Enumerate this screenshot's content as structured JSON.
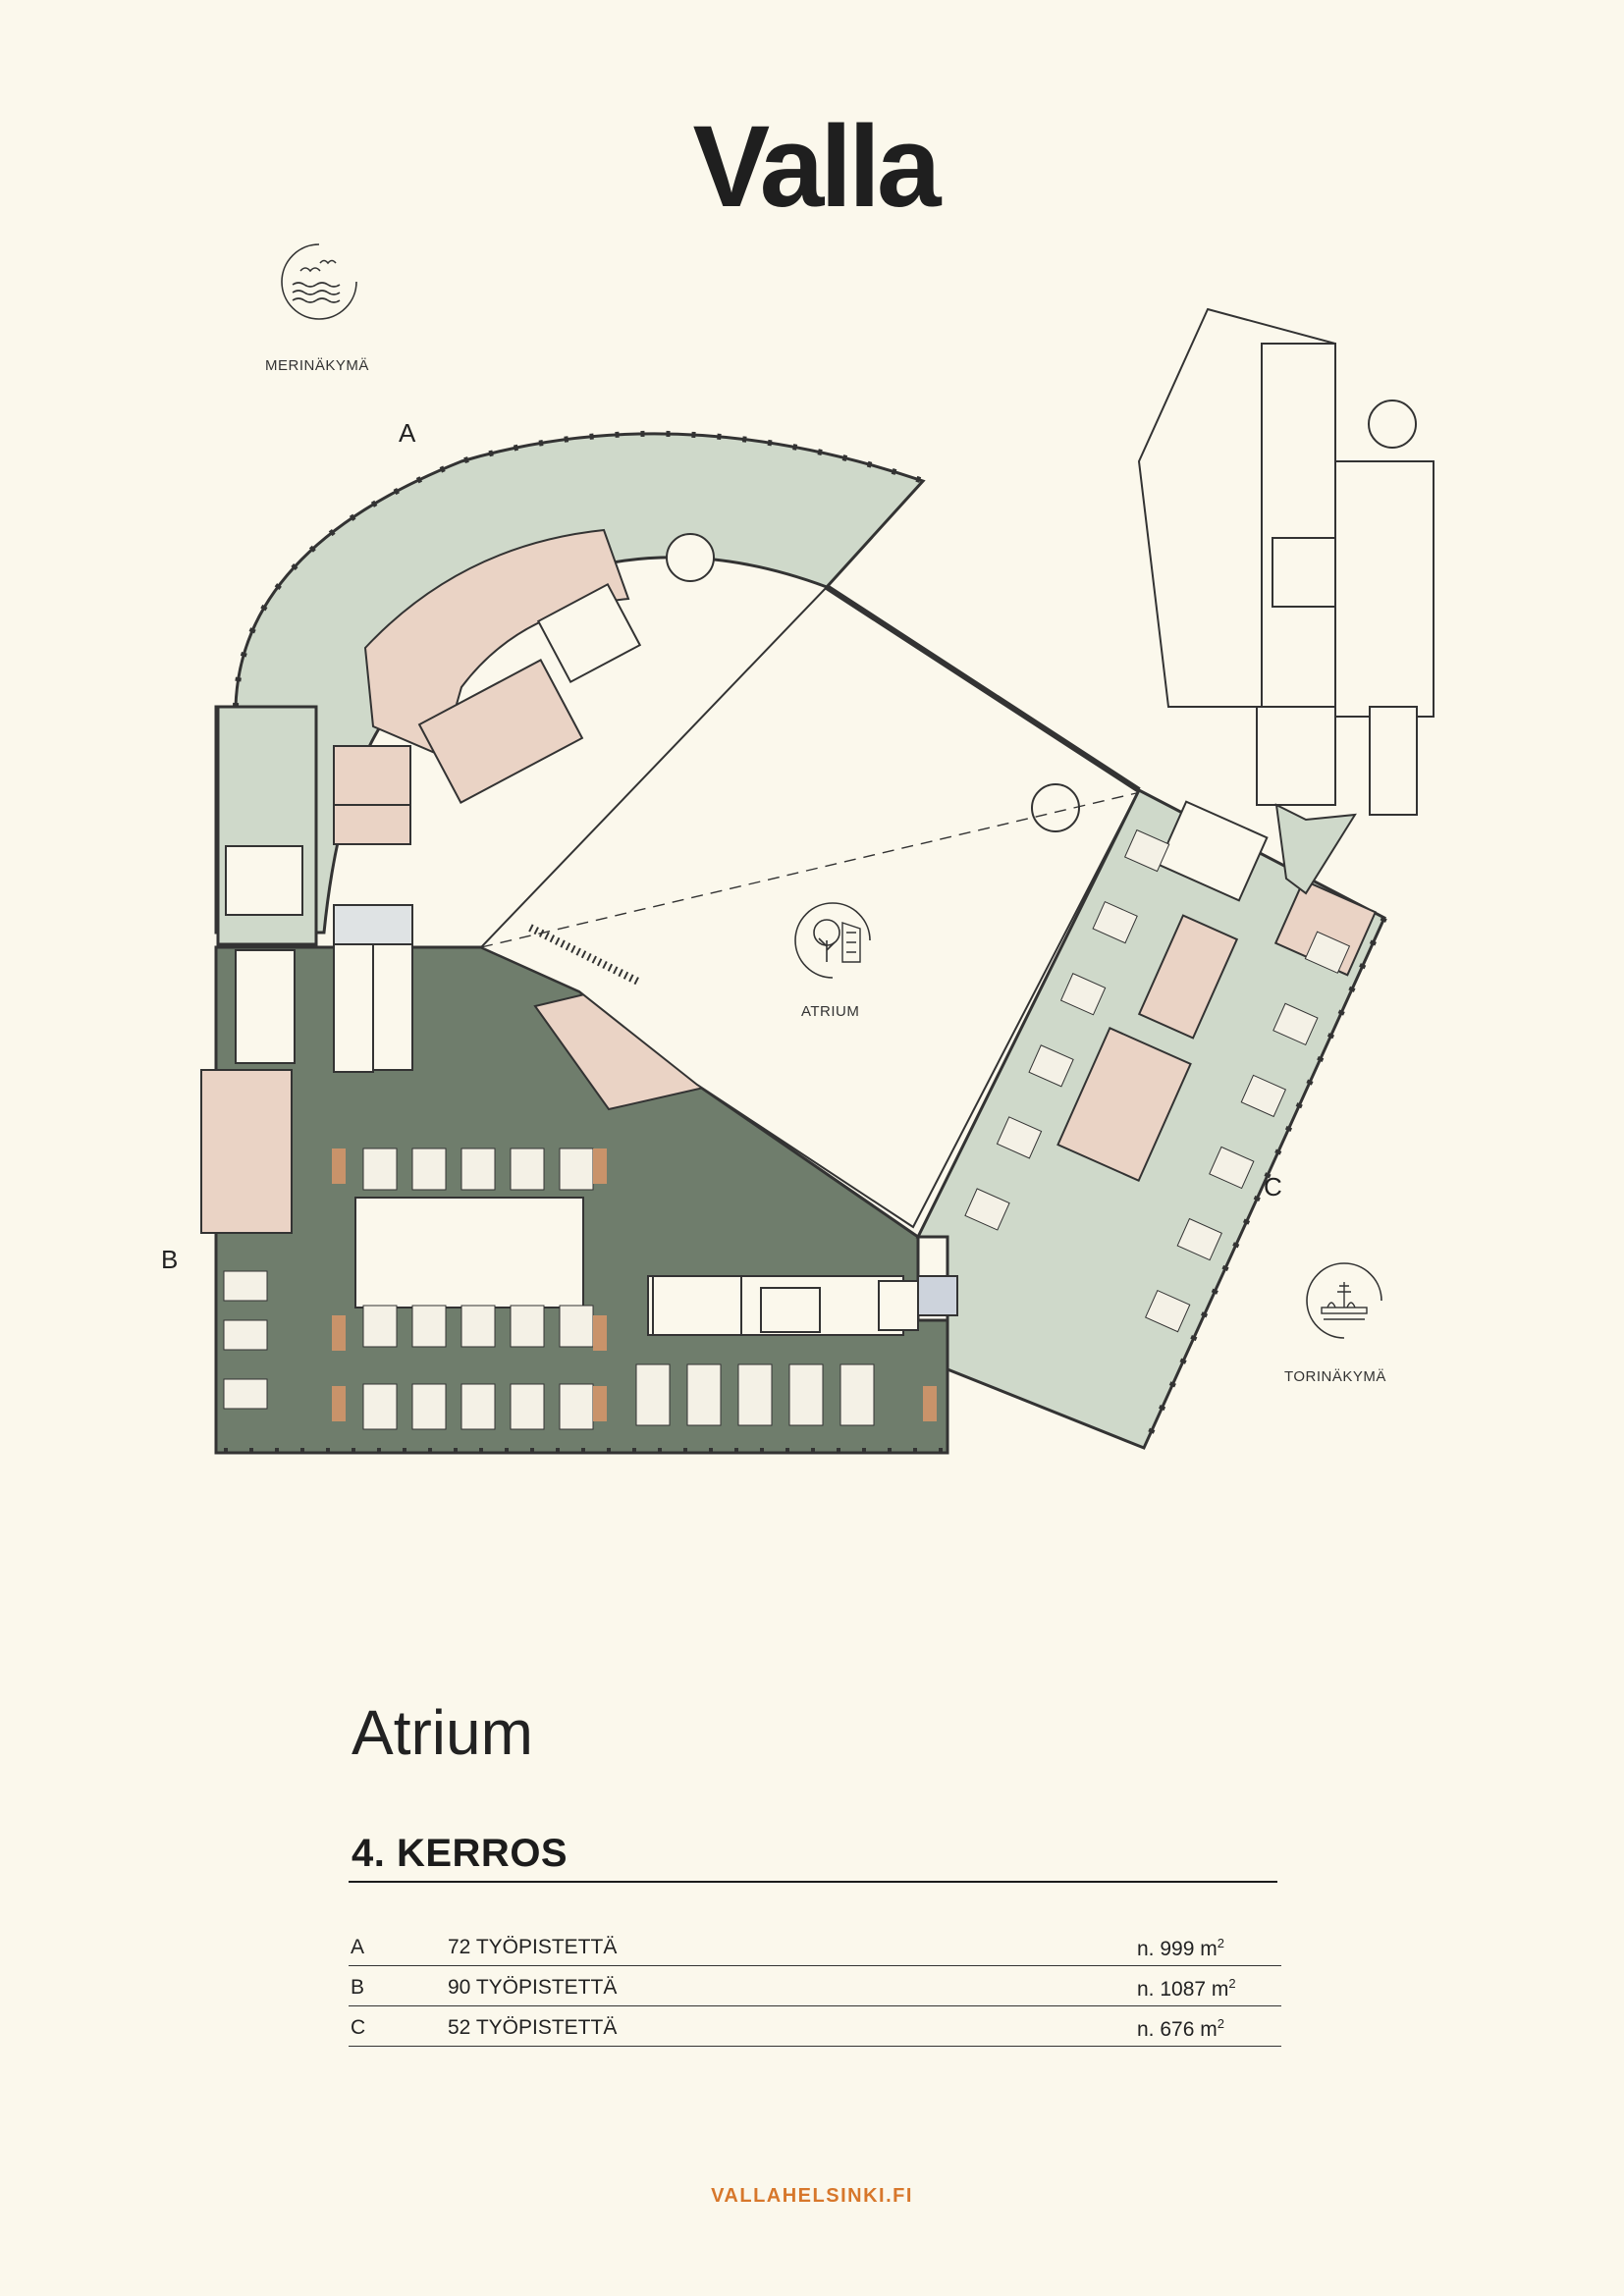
{
  "brand": {
    "logo_text": "Valla"
  },
  "views": {
    "sea": "MERINÄKYMÄ",
    "square": "TORINÄKYMÄ",
    "atrium": "ATRIUM"
  },
  "sections": {
    "a": "A",
    "b": "B",
    "c": "C"
  },
  "title": "Atrium",
  "floor": "4. KERROS",
  "units": [
    {
      "id": "A",
      "workstations": "72 TYÖPISTETTÄ",
      "area": "n. 999 m",
      "area_unit_sup": "2"
    },
    {
      "id": "B",
      "workstations": "90 TYÖPISTETTÄ",
      "area": "n. 1087 m",
      "area_unit_sup": "2"
    },
    {
      "id": "C",
      "workstations": "52 TYÖPISTETTÄ",
      "area": "n. 676 m",
      "area_unit_sup": "2"
    }
  ],
  "website": "VALLAHELSINKI.FI",
  "colors": {
    "background": "#fbf8ec",
    "zone_a_c": "#cfd9ca",
    "zone_b": "#6f7d6c",
    "meeting_room": "#ead3c5",
    "accent_wood": "#c9936a",
    "website": "#d7772b",
    "ink": "#1f1f1f"
  }
}
